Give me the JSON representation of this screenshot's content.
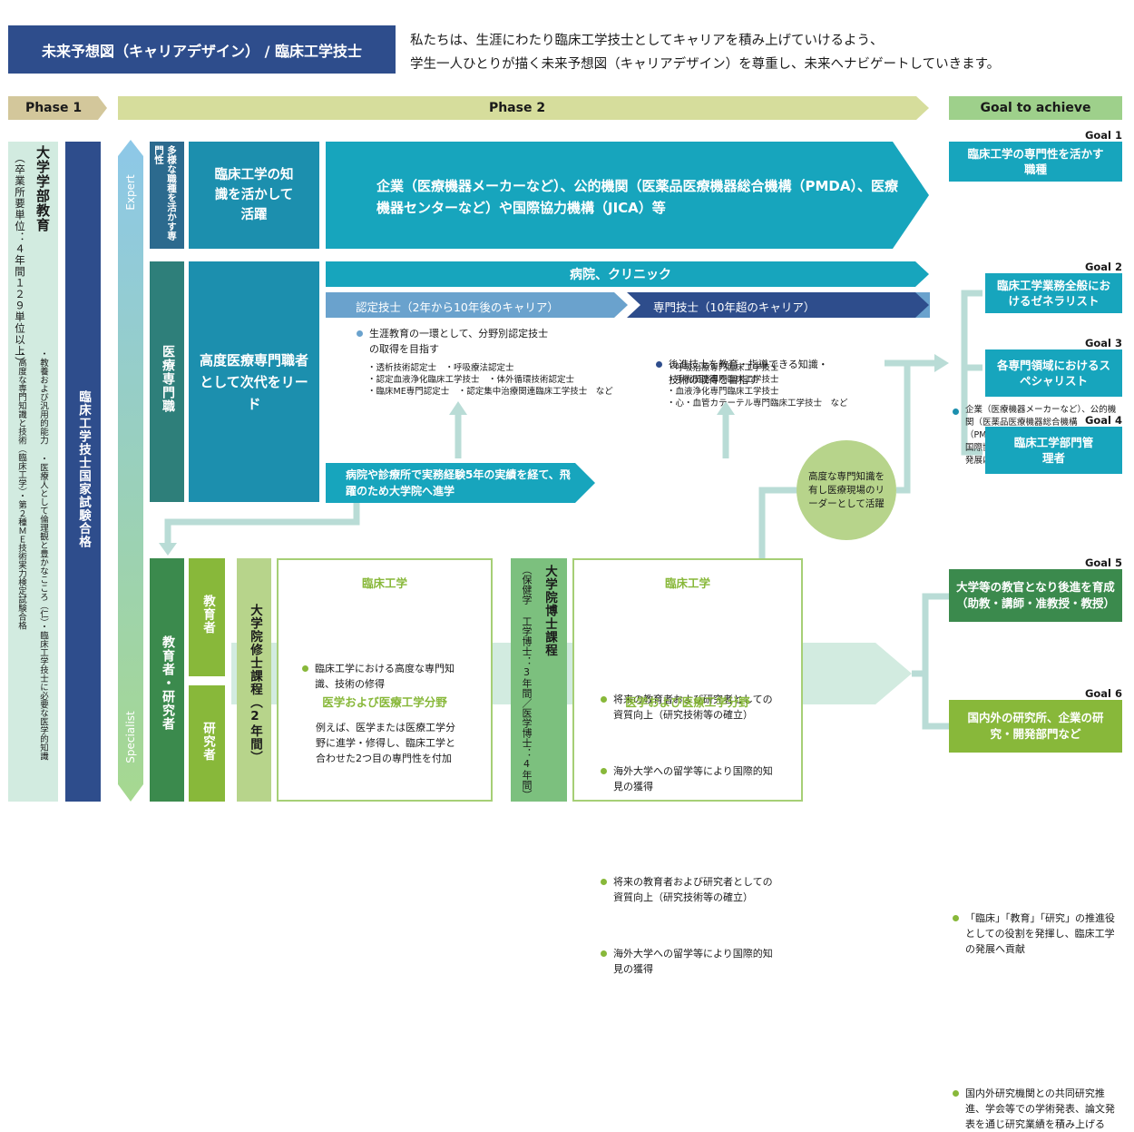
{
  "header": {
    "title": "未来予想図（キャリアデザイン） / 臨床工学技士",
    "intro_1": "私たちは、生涯にわたり臨床工学技士としてキャリアを積み上げていけるよう、",
    "intro_2": "学生一人ひとりが描く未来予想図（キャリアデザイン）を尊重し、未来へナビゲートしていきます。"
  },
  "phases": {
    "phase1": "Phase 1",
    "phase2": "Phase 2",
    "goal": "Goal to achieve"
  },
  "phase1": {
    "univ_title": "大学学部教育",
    "univ_sub": "（卒業所要単位：４年間１２９単位以上）",
    "univ_col_a": "・教養および汎用的能力 ・医療人として倫理観と豊かなこころ（仁）・臨床工学技士に必要な医学的知識",
    "univ_col_b": "・高度な専門知識と技術（臨床工学）・第２種ＭＥ技術実力検定試験合格",
    "exam": "臨床工学技士国家試験合格"
  },
  "axis": {
    "top": "Expert",
    "bottom": "Specialist"
  },
  "row1": {
    "tag": "多様な職種を活かす専門性",
    "label": "臨床工学の知識を活かして活躍",
    "arrow": "企業（医療機器メーカーなど）、公的機関（医薬品医療機器総合機構（PMDA）、医療機器センターなど）や国際協力機構（JICA）等"
  },
  "row2": {
    "tag": "医療専門職",
    "label": "高度医療専門職者として次代をリード",
    "hospital": "病院、クリニック",
    "cert_band": "認定技士（2年から10年後のキャリア）",
    "spec_band": "専門技士（10年超のキャリア）",
    "cert_lead": "生涯教育の一環として、分野別認定技士の取得を目指す",
    "cert_items_1": "・透析技術認定士　・呼吸療法認定士",
    "cert_items_2": "・認定血液浄化臨床工学技士　・体外循環技術認定士",
    "cert_items_3": "・臨床ME専門認定士　・認定集中治療関連臨床工学技士　など",
    "spec_lead": "後進技士を教育・指導できる知識・技術の取得を目指す",
    "spec_items_1": "・呼吸治療専門臨床工学技士",
    "spec_items_2": "・手術関連専門臨床工学技士",
    "spec_items_3": "・血液浄化専門臨床工学技士",
    "spec_items_4": "・心・血管カテーテル専門臨床工学技士　など",
    "grad_arrow": "病院や診療所で実務経験5年の実績を経て、飛躍のため大学院へ進学",
    "circle": "高度な専門知識を有し医療現場のリーダーとして活躍"
  },
  "row3": {
    "tag": "教育者・研究者",
    "educator": "教育者",
    "researcher": "研究者",
    "master": "大学院修士課程（2年間）",
    "m_head1": "臨床工学",
    "m_b1": "臨床工学における高度な専門知識、技術の修得",
    "m_head2": "医学および医療工学分野",
    "m_p2": "例えば、医学または医療工学分野に進学・修得し、臨床工学と合わせた2つ目の専門性を付加",
    "doctor_title": "大学院博士課程",
    "doctor_sub": "（保健学 工学博士：3年間／医学博士：4年間）",
    "d_head1": "臨床工学",
    "d_b1": "将来の教育者および研究者としての資質向上（研究技術等の確立）",
    "d_b2": "海外大学への留学等により国際的知見の獲得",
    "d_head2": "医学および医療工学分野",
    "d_b3": "将来の教育者および研究者としての資質向上（研究技術等の確立）",
    "d_b4": "海外大学への留学等により国際的知見の獲得"
  },
  "goals": {
    "g1_no": "Goal 1",
    "g1": "臨床工学の専門性を活かす職種",
    "g1_desc": "企業（医療機器メーカーなど）、公的機関（医薬品医療機器総合機構（PMDA）、医療機器センターなど）や国際協力機構（JICA）等で、臨床工学の発展に貢献",
    "g2_no": "Goal 2",
    "g2": "臨床工学業務全般におけるゼネラリスト",
    "g3_no": "Goal 3",
    "g3": "各専門領域におけるスペシャリスト",
    "g4_no": "Goal 4",
    "g4": "臨床工学部門管理者",
    "g5_no": "Goal 5",
    "g5": "大学等の教官となり後進を育成（助教・講師・准教授・教授）",
    "g5_desc": "「臨床」「教育」「研究」の推進役としての役割を発揮し、臨床工学の発展へ貢献",
    "g6_no": "Goal 6",
    "g6": "国内外の研究所、企業の研究・開発部門など",
    "g6_desc": "国内外研究機関との共同研究推進、学会等での学術発表、論文発表を通じ研究業績を積み上げる"
  },
  "colors": {
    "navy": "#2e4d8c",
    "teal": "#17a5bd",
    "teal_dark": "#1c8fae",
    "steel": "#2c6a8e",
    "green_dark": "#3b8a4d",
    "green": "#88b83a",
    "green_light": "#b7d48b",
    "mint": "#d2ebe0"
  }
}
